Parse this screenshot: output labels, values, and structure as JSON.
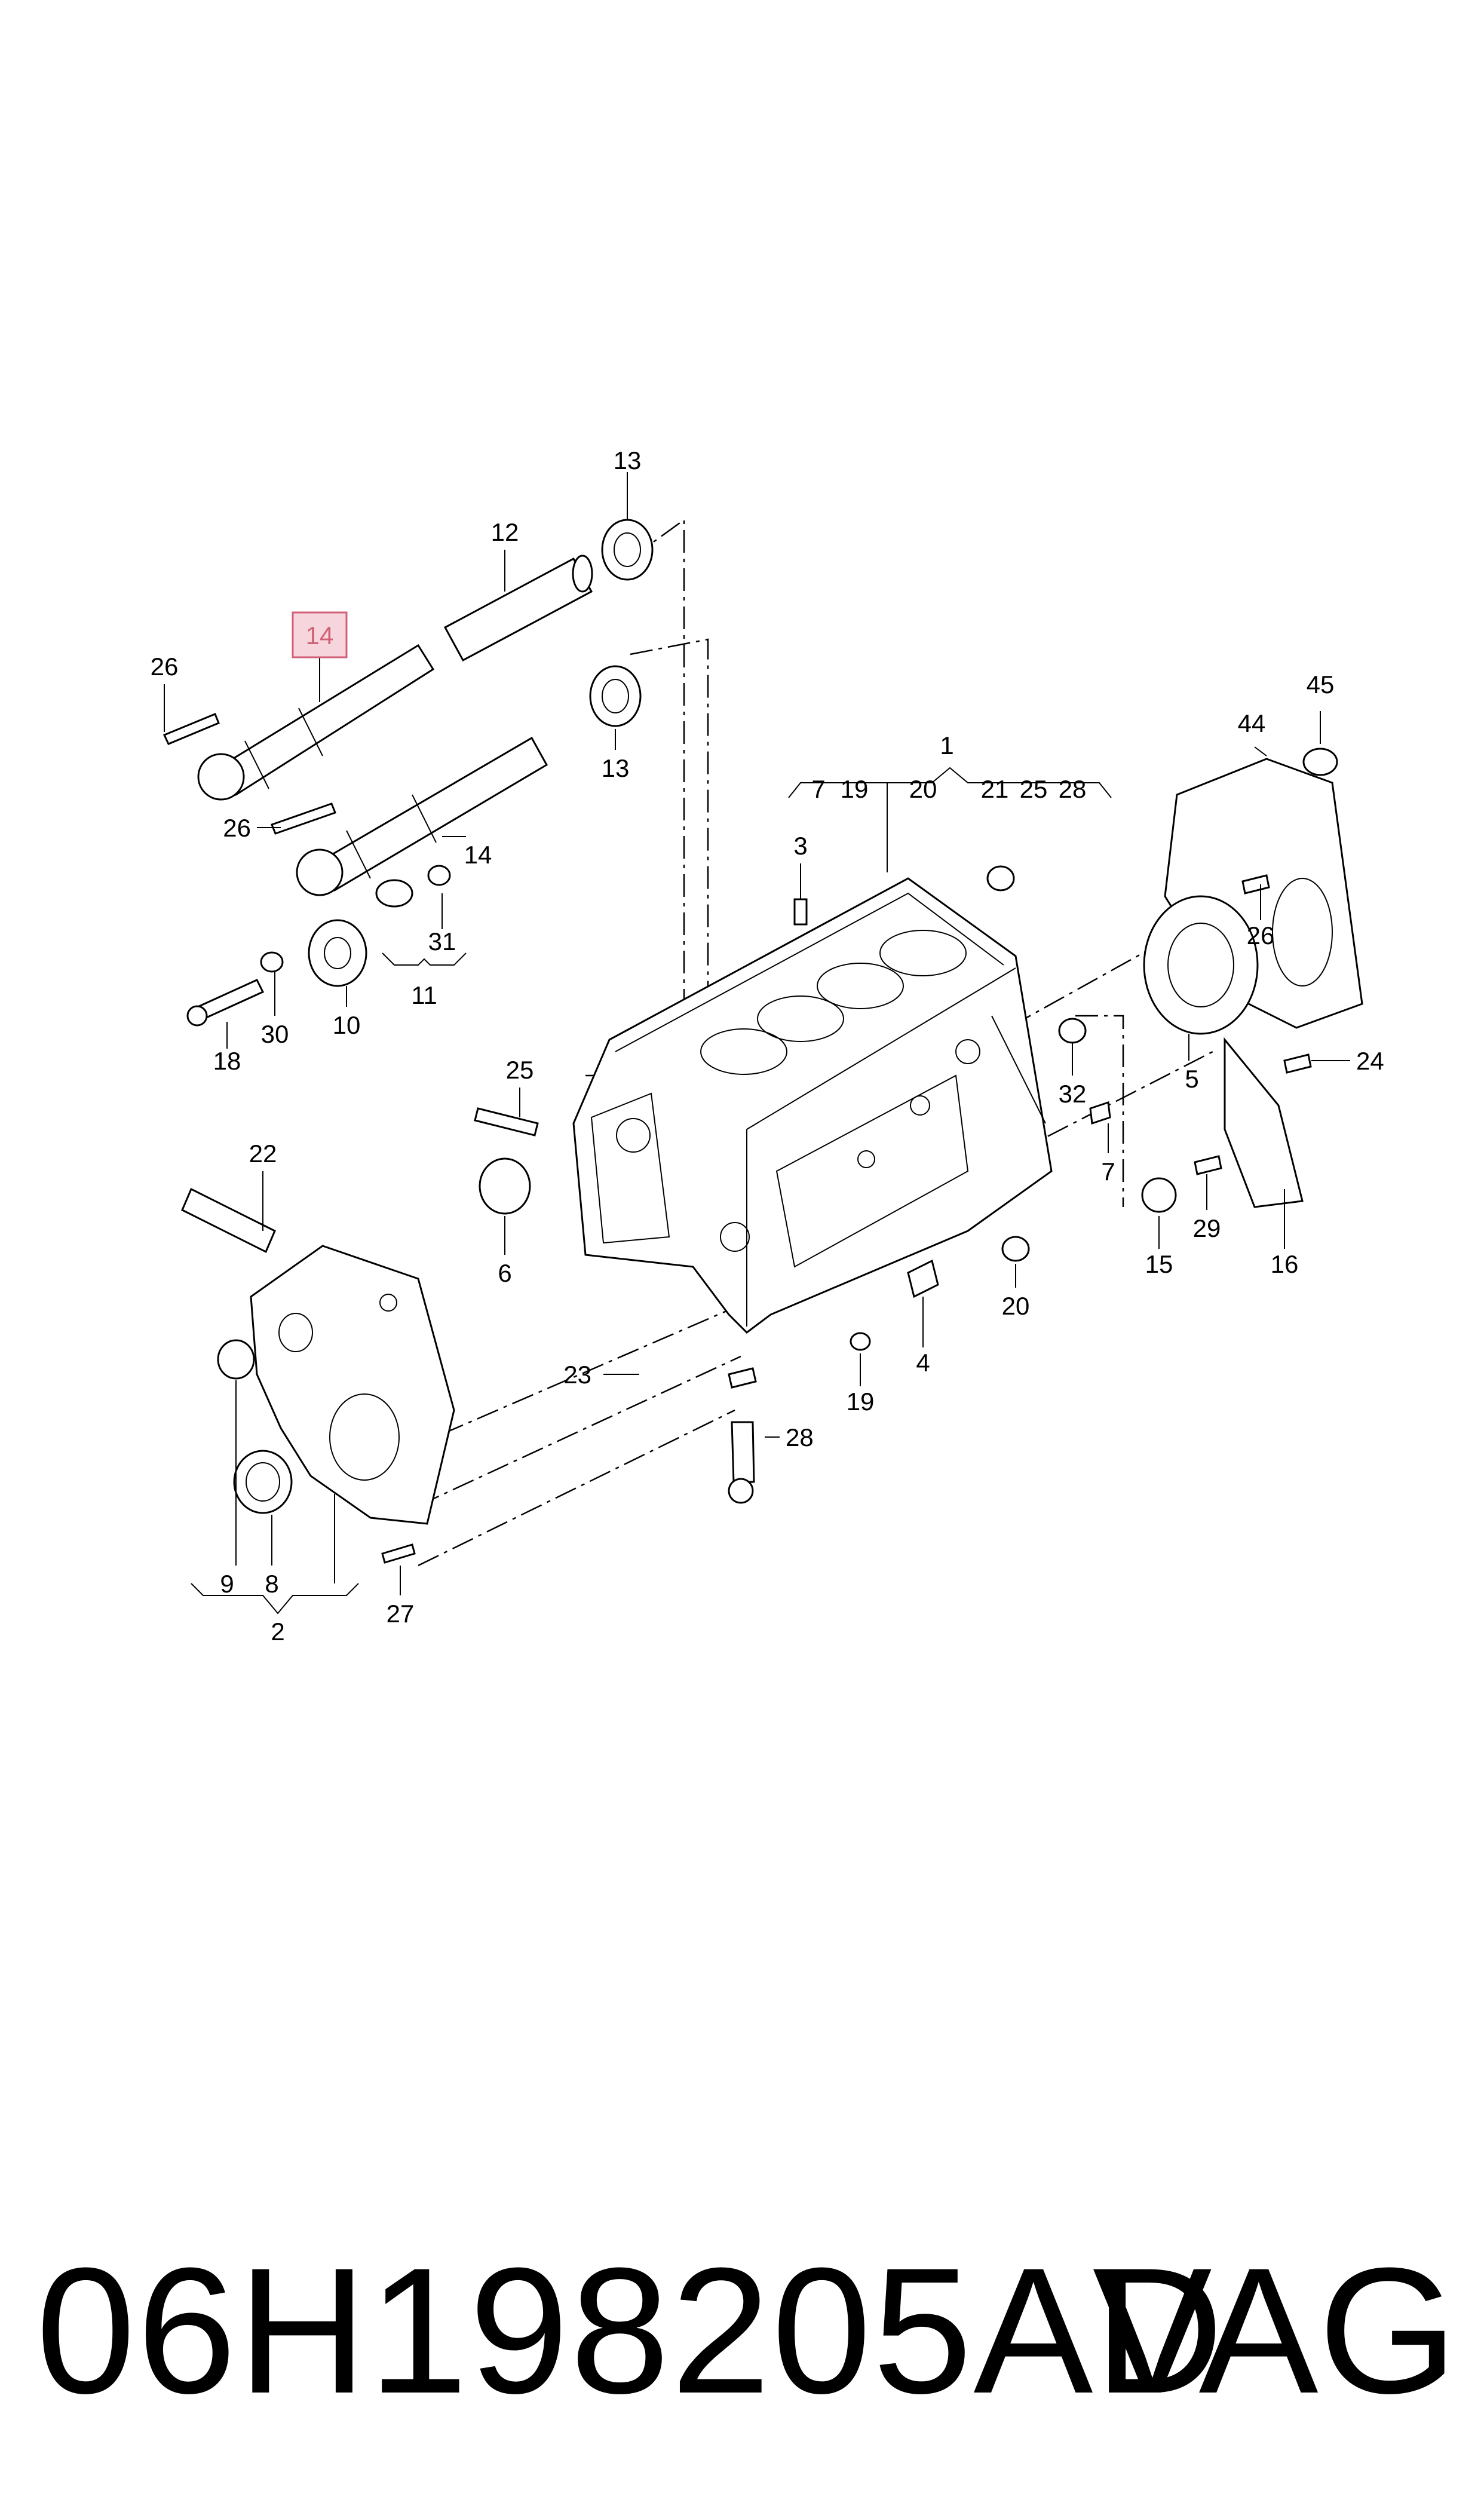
{
  "footer": {
    "part_number": "06H198205AD",
    "brand": "VAG"
  },
  "highlight_color": "#d06077",
  "callouts": {
    "c1": "1",
    "c1_7": "7",
    "c1_19": "19",
    "c1_20": "20",
    "c1_21": "21",
    "c1_25": "25",
    "c1_28": "28",
    "c2": "2",
    "c3": "3",
    "c4": "4",
    "c5": "5",
    "c6": "6",
    "c7": "7",
    "c8": "8",
    "c9": "9",
    "c10": "10",
    "c11": "11",
    "c12": "12",
    "c13a": "13",
    "c13b": "13",
    "c14a": "14",
    "c14b": "14",
    "c15": "15",
    "c16": "16",
    "c18": "18",
    "c19": "19",
    "c20": "20",
    "c22": "22",
    "c23": "23",
    "c24": "24",
    "c25": "25",
    "c26a": "26",
    "c26b": "26",
    "c26c": "26",
    "c27": "27",
    "c28": "28",
    "c29": "29",
    "c30": "30",
    "c31": "31",
    "c32": "32",
    "c44": "44",
    "c45": "45"
  }
}
